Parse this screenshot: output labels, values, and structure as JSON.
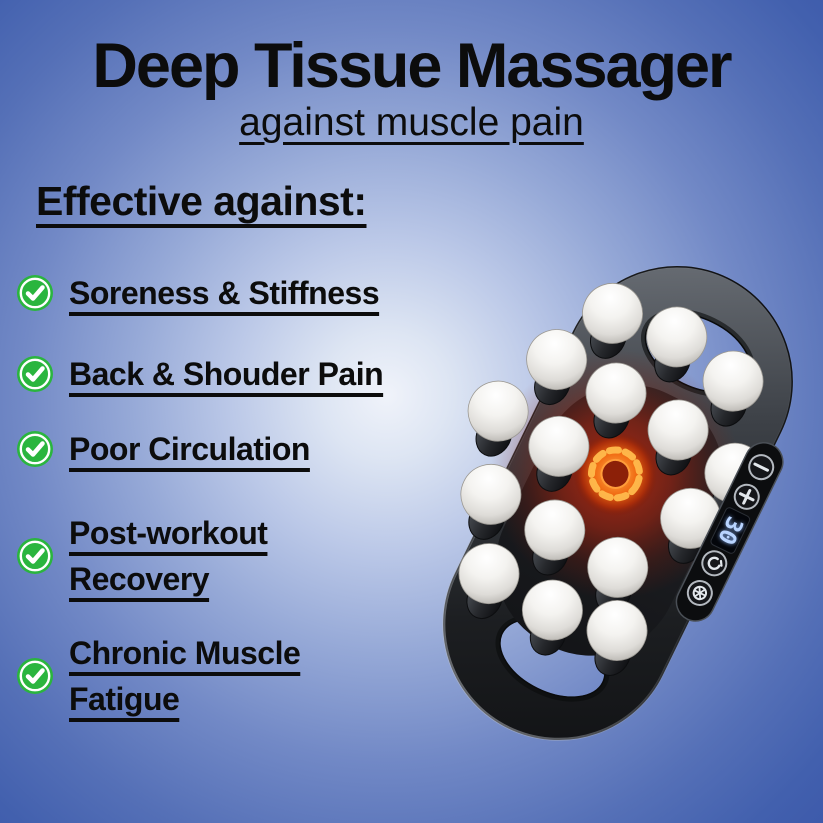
{
  "header": {
    "title": "Deep Tissue Massager",
    "subtitle": "against muscle pain"
  },
  "benefits": {
    "heading": "Effective against:",
    "items": [
      {
        "label": "Soreness & Stiffness"
      },
      {
        "label": "Back & Shouder Pain"
      },
      {
        "label": "Poor Circulation"
      },
      {
        "label": "Post-workout Recovery"
      },
      {
        "label": "Chronic Muscle Fatigue"
      }
    ]
  },
  "device": {
    "display_value": "30",
    "icons": {
      "list_marker": "check-circle",
      "buttons": [
        "minus",
        "plus",
        "rotate-mode",
        "massage-wheel"
      ]
    }
  },
  "colors": {
    "background_center": "#f0f3fa",
    "background_edge": "#3b57a9",
    "text": "#0c0c0c",
    "check_green": "#2ab53e",
    "device_body": "#1a1c1f",
    "massage_ball": "#f1efec",
    "glow_orange": "#ff9a2a",
    "glow_red": "#b02a12",
    "led_blue": "#8fb8ff"
  }
}
